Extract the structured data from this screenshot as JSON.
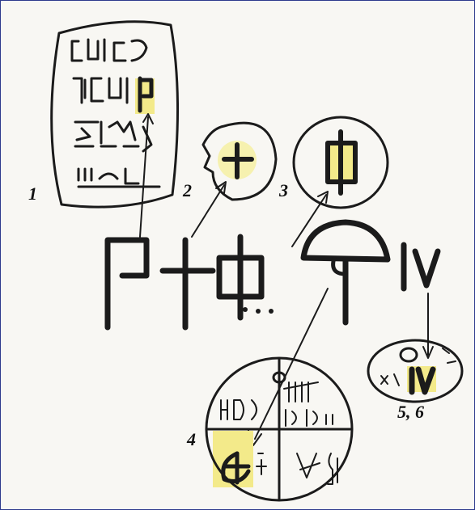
{
  "figure": {
    "labels": {
      "l1": "1",
      "l2": "2",
      "l3": "3",
      "l4": "4",
      "l56": "5, 6"
    },
    "colors": {
      "ink": "#1b1b1b",
      "highlight": "#f3ea8a",
      "frame": "#2d3a8c",
      "paper": "#f8f7f3"
    }
  }
}
